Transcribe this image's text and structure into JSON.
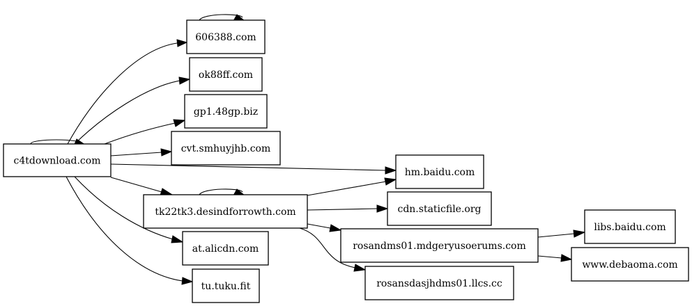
{
  "graph": {
    "nodes": {
      "c4t": "c4tdownload.com",
      "n606": "606388.com",
      "ok88": "ok88ff.com",
      "gp1": "gp1.48gp.biz",
      "cvt": "cvt.smhuyjhb.com",
      "hm": "hm.baidu.com",
      "tk22": "tk22tk3.desindforrowth.com",
      "cdn": "cdn.staticfile.org",
      "at": "at.alicdn.com",
      "tu": "tu.tuku.fit",
      "rosandms": "rosandms01.mdgeryusoerums.com",
      "rosansd": "rosansdasjhdms01.llcs.cc",
      "libs": "libs.baidu.com",
      "www": "www.debaoma.com"
    },
    "edges": [
      {
        "from": "c4t",
        "to": "c4t"
      },
      {
        "from": "c4t",
        "to": "n606"
      },
      {
        "from": "c4t",
        "to": "ok88"
      },
      {
        "from": "c4t",
        "to": "gp1"
      },
      {
        "from": "c4t",
        "to": "cvt"
      },
      {
        "from": "c4t",
        "to": "hm"
      },
      {
        "from": "c4t",
        "to": "tk22"
      },
      {
        "from": "c4t",
        "to": "at"
      },
      {
        "from": "c4t",
        "to": "tu"
      },
      {
        "from": "n606",
        "to": "n606"
      },
      {
        "from": "tk22",
        "to": "tk22"
      },
      {
        "from": "tk22",
        "to": "hm"
      },
      {
        "from": "tk22",
        "to": "cdn"
      },
      {
        "from": "tk22",
        "to": "rosandms"
      },
      {
        "from": "tk22",
        "to": "rosansd"
      },
      {
        "from": "rosandms",
        "to": "libs"
      },
      {
        "from": "rosandms",
        "to": "www"
      }
    ]
  }
}
